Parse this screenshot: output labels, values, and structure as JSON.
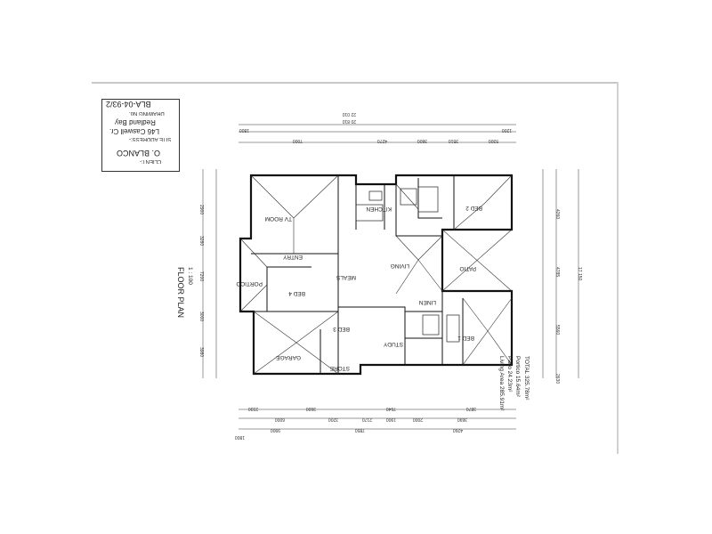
{
  "title_block": {
    "client_heading": "CLIENT:-",
    "client_name": "O. BLANCO",
    "site_heading": "SITE ADDRESS:-",
    "site_line1": "L46 Caswell Cr.",
    "site_line2": "Redland Bay",
    "drawing_heading": "DRAWING No.",
    "drawing_number": "BLA-04-93/2"
  },
  "plan_title": "FLOOR PLAN",
  "scale": "1 : 100",
  "rooms": {
    "tv_room": "TV ROOM",
    "kitchen": "KITCHEN",
    "bed2": "BED 2",
    "living": "LIVING",
    "patio": "PATIO",
    "entry": "ENTRY",
    "meals": "MEALS",
    "portico": "PORTICO",
    "bed4": "BED 4",
    "bed3": "BED 3",
    "study": "STUDY",
    "bed1": "BED 1",
    "garage": "GARAGE",
    "store": "STORE",
    "linen": "LINEN"
  },
  "areas": {
    "living": "Living Area 285.91m²",
    "patio": "Patio 24.23m²",
    "portico": "Portico 15.64m²",
    "total": "TOTAL 325.78m²"
  },
  "dimensions": {
    "top_overall": "22 010",
    "top_sub": "20 810",
    "top_left": "1800",
    "top_right": "1200",
    "top_chain": [
      "7000",
      "4270",
      "3600",
      "3510",
      "5300"
    ],
    "bottom_chain": [
      "2330",
      "3600",
      "7640",
      "3870"
    ],
    "bottom_chain2": [
      "6000",
      "3200",
      "2170",
      "1900",
      "2000",
      "3690"
    ],
    "bottom_total": [
      "9900",
      "7850",
      "4260"
    ],
    "bottom_left": "1800",
    "left_chain": [
      "2900",
      "3280",
      "7200",
      "3000",
      "3980"
    ],
    "right_chain": [
      "4260",
      "4785",
      "5560",
      "2630"
    ],
    "right_overall": "17 150"
  }
}
